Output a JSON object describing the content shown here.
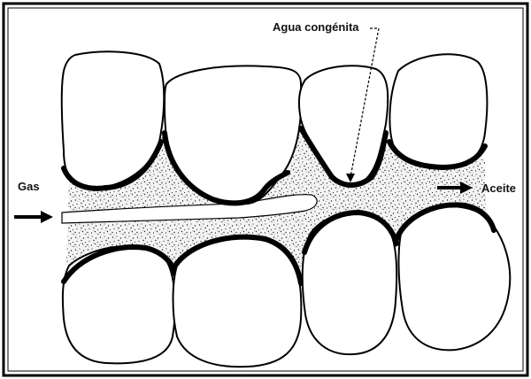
{
  "labels": {
    "gas": "Gas",
    "oil": "Aceite",
    "connate_water": "Agua congénita"
  },
  "colors": {
    "frame": "#000000",
    "grain_outline": "#000000",
    "grain_fill": "#ffffff",
    "pore_fill_speckle": "#222222",
    "background": "#ffffff"
  },
  "elements": {
    "grains": "sand-grain",
    "pore_space": "oil-filled-pore-space",
    "water_film": "connate-water-film",
    "gas_channel": "gas-finger-channel"
  }
}
